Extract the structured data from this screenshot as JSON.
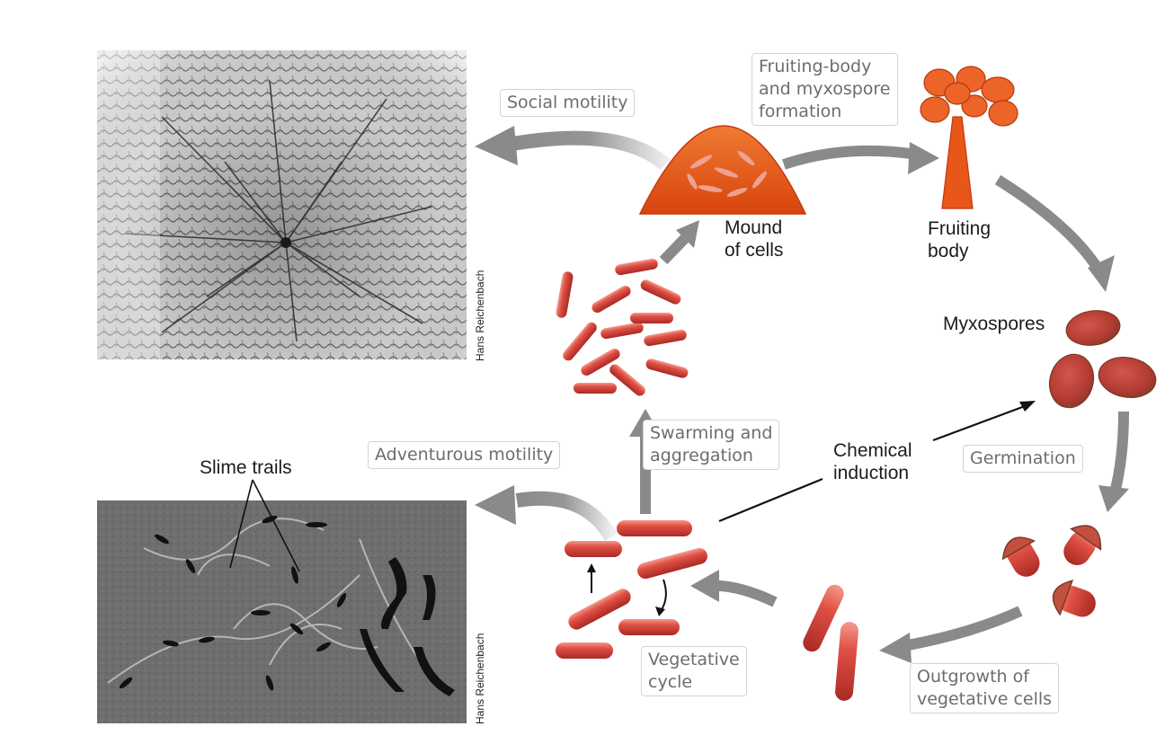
{
  "photos": {
    "top_credit": "Hans  Reichenbach",
    "bottom_credit": "Hans Reichenbach",
    "slime_trails_label": "Slime trails"
  },
  "boxed_labels": {
    "social_motility": "Social motility",
    "fruiting_formation": [
      "Fruiting-body",
      "and myxospore",
      "formation"
    ],
    "adventurous_motility": "Adventurous motility",
    "swarming": [
      "Swarming and",
      "aggregation"
    ],
    "germination": "Germination",
    "vegetative_cycle": [
      "Vegetative",
      "cycle"
    ],
    "outgrowth": [
      "Outgrowth of",
      "vegetative cells"
    ]
  },
  "plain_labels": {
    "mound": [
      "Mound",
      "of cells"
    ],
    "fruiting_body": [
      "Fruiting",
      "body"
    ],
    "myxospores": "Myxospores",
    "chemical_induction": [
      "Chemical",
      "induction"
    ]
  },
  "colors": {
    "cell": "#d8453c",
    "cell_highlight": "#f08a80",
    "arrow": "#8a8a8a",
    "mound": "#ea5a1a",
    "spore": "#b2483f"
  }
}
